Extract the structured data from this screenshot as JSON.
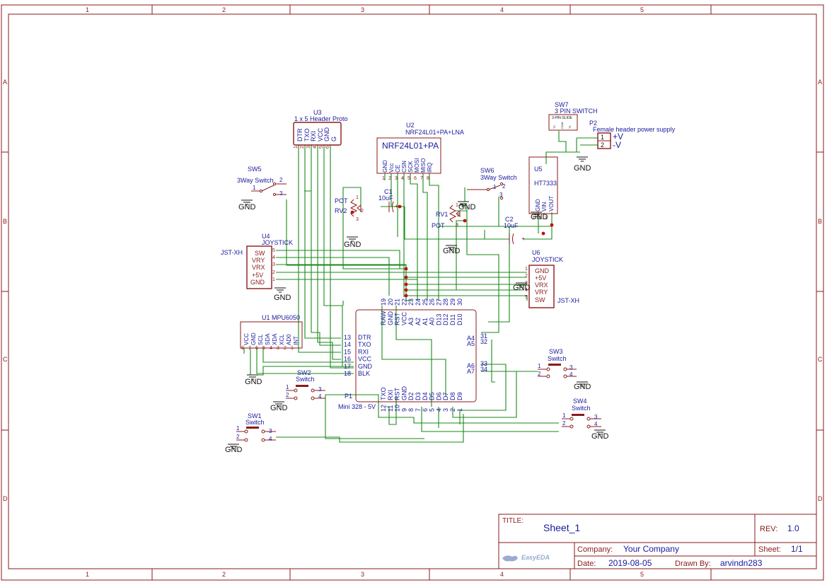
{
  "frame": {
    "columns": [
      "1",
      "2",
      "3",
      "4",
      "5"
    ],
    "rows": [
      "A",
      "B",
      "C",
      "D"
    ]
  },
  "title_block": {
    "title_label": "TITLE:",
    "title": "Sheet_1",
    "rev_label": "REV:",
    "rev": "1.0",
    "company_label": "Company:",
    "company": "Your Company",
    "sheet_label": "Sheet:",
    "sheet": "1/1",
    "date_label": "Date:",
    "date": "2019-08-05",
    "drawn_label": "Drawn By:",
    "drawn_by": "arvindn283",
    "logo": "EasyEDA"
  },
  "components": {
    "u3": {
      "ref": "U3",
      "name": "1 x 5 Header Proto",
      "pins": [
        "DTR",
        "TXO",
        "RXI",
        "VCC",
        "GND",
        "G"
      ],
      "pin_nums": [
        "1",
        "2",
        "3",
        "4",
        "5",
        "6"
      ]
    },
    "u2": {
      "ref": "U2",
      "name": "NRF24L01+PA+LNA",
      "label": "NRF24L01+PA",
      "pins": [
        "GND",
        "Vcc",
        "CE",
        "CSN",
        "SCK",
        "MOSI",
        "MISO",
        "IRQ"
      ],
      "pin_nums": [
        "1",
        "2",
        "3",
        "4",
        "5",
        "6",
        "7",
        "8"
      ]
    },
    "sw7": {
      "ref": "SW7",
      "name": "3 PIN SWITCH",
      "label": "3-PIN-SLIDE",
      "pins": [
        "T2",
        "COM",
        "T1"
      ]
    },
    "p2": {
      "ref": "P2",
      "name": "Female header power supply",
      "pin1": "1",
      "pin2": "2",
      "lbl1": "+V",
      "lbl2": "-V"
    },
    "u5": {
      "ref": "U5",
      "name": "HT7333",
      "pins": [
        "GND",
        "VIN",
        "VOUT"
      ],
      "pin_nums": [
        "1",
        "2",
        "3"
      ]
    },
    "sw5": {
      "ref": "SW5",
      "name": "3Way Switch",
      "p1": "1",
      "p2": "2",
      "p3": "3"
    },
    "sw6": {
      "ref": "SW6",
      "name": "3Way Switch",
      "p1": "1",
      "p2": "2",
      "p3": "3"
    },
    "c1": {
      "ref": "C1",
      "value": "10uF",
      "plus": "+"
    },
    "c2": {
      "ref": "C2",
      "value": "10uF",
      "plus": "+"
    },
    "rv2": {
      "ref": "RV2",
      "name": "POT",
      "p1": "1",
      "p2": "2",
      "p3": "3"
    },
    "rv1": {
      "ref": "RV1",
      "name": "POT",
      "p1": "1",
      "p2": "2",
      "p3": "3"
    },
    "u4": {
      "ref": "U4",
      "name": "JOYSTICK",
      "conn": "JST-XH",
      "pins": [
        "SW",
        "VRY",
        "VRX",
        "+5V",
        "GND"
      ],
      "pin_nums": [
        "5",
        "4",
        "3",
        "2",
        "1"
      ]
    },
    "u6": {
      "ref": "U6",
      "name": "JOYSTICK",
      "conn": "JST-XH",
      "pins": [
        "GND",
        "+5V",
        "VRX",
        "VRY",
        "SW"
      ],
      "pin_nums": [
        "1",
        "2",
        "3",
        "4",
        "5"
      ]
    },
    "u1": {
      "ref": "U1",
      "name": "MPU6050",
      "pins": [
        "VCC",
        "GND",
        "SCL",
        "SDA",
        "XDA",
        "XCL",
        "AD0",
        "INT"
      ],
      "pin_nums": [
        "8",
        "7",
        "6",
        "5",
        "4",
        "3",
        "2",
        "1"
      ]
    },
    "p1": {
      "ref": "P1",
      "name": "Mini 328 - 5V",
      "top_pins": [
        "RAW",
        "GND",
        "RST",
        "VCC",
        "A3",
        "A2",
        "A1",
        "A0",
        "D13",
        "D12",
        "D11",
        "D10"
      ],
      "top_nums": [
        "19",
        "20",
        "21",
        "22",
        "23",
        "24",
        "25",
        "26",
        "27",
        "28",
        "29",
        "30"
      ],
      "left_pins": [
        "DTR",
        "TXO",
        "RXI",
        "VCC",
        "GND",
        "BLK"
      ],
      "left_nums": [
        "13",
        "14",
        "15",
        "16",
        "17",
        "18"
      ],
      "right_pins": [
        "A4",
        "A5",
        "A6",
        "A7"
      ],
      "right_nums": [
        "31",
        "32",
        "33",
        "34"
      ],
      "bottom_pins": [
        "TXO",
        "RXI",
        "RST",
        "GND",
        "D2",
        "D3",
        "D4",
        "D5",
        "D6",
        "D7",
        "D8",
        "D9"
      ],
      "bottom_nums": [
        "12",
        "11",
        "10",
        "9",
        "8",
        "7",
        "6",
        "5",
        "4",
        "3",
        "2",
        "1"
      ]
    },
    "sw1": {
      "ref": "SW1",
      "name": "Switch",
      "pins": [
        "1",
        "2",
        "3",
        "4"
      ]
    },
    "sw2": {
      "ref": "SW2",
      "name": "Switch",
      "pins": [
        "1",
        "2",
        "3",
        "4"
      ]
    },
    "sw3": {
      "ref": "SW3",
      "name": "Switch",
      "pins": [
        "1",
        "2",
        "3",
        "4"
      ]
    },
    "sw4": {
      "ref": "SW4",
      "name": "Switch",
      "pins": [
        "1",
        "2",
        "3",
        "4"
      ]
    }
  },
  "gnd_label": "GND",
  "colors": {
    "frame": "#8b1a1a",
    "wire": "#1a8a1a",
    "label": "#1a1a9c"
  }
}
